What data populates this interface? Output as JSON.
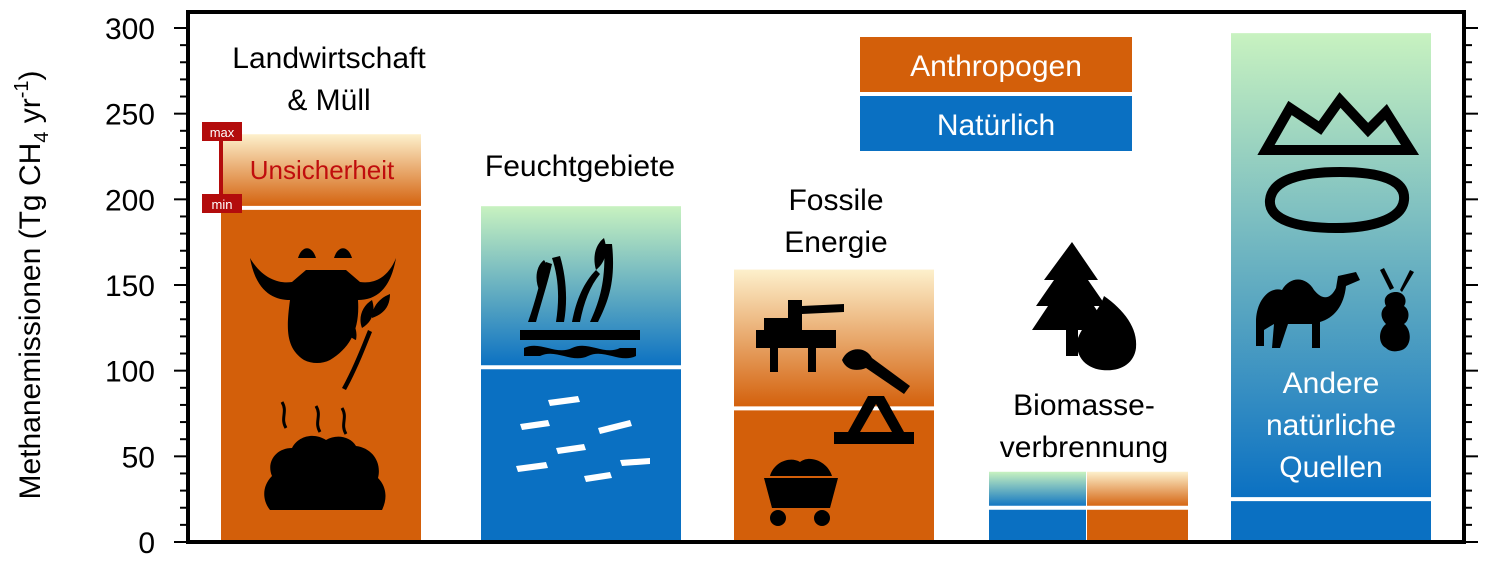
{
  "chart_data": {
    "type": "bar",
    "stacked": true,
    "ylabel": "Methanemissionen (Tg CH",
    "ylabel_sub": "4",
    "ylabel_unit": " yr",
    "ylabel_sup": "-1",
    "ylabel_close": ")",
    "ylim": [
      0,
      300
    ],
    "yticks": [
      "0",
      "50",
      "100",
      "150",
      "200",
      "250",
      "300"
    ],
    "legend": {
      "placement": "top-center",
      "entries": [
        {
          "name": "Anthropogen",
          "color": "#d35f0a"
        },
        {
          "name": "Natürlich",
          "color": "#0a70c2"
        }
      ]
    },
    "categories": [
      {
        "label_lines": [
          "Landwirtschaft",
          "& Müll"
        ],
        "kind": "anthropogen",
        "value_min": 195,
        "value_max": 238,
        "icons": [
          "cow-icon",
          "wheat-icon",
          "garbage-icon"
        ]
      },
      {
        "label_lines": [
          "Feuchtgebiete"
        ],
        "kind": "natürlich",
        "value_min": 102,
        "value_max": 196,
        "icons": [
          "cattail-icon",
          "water-icon"
        ]
      },
      {
        "label_lines": [
          "Fossile",
          "Energie"
        ],
        "kind": "anthropogen",
        "value_min": 78,
        "value_max": 159,
        "icons": [
          "oil-rig-icon",
          "pumpjack-icon",
          "coal-cart-icon"
        ]
      },
      {
        "label_lines": [
          "Biomasse-",
          "verbrennung"
        ],
        "kind": "gemischt",
        "segments": [
          {
            "kind": "natürlich",
            "value_min": 20,
            "value_max": 41
          },
          {
            "kind": "anthropogen",
            "value_min": 20,
            "value_max": 41
          }
        ],
        "icons": [
          "forest-fire-icon"
        ]
      },
      {
        "label_lines": [
          "Andere",
          "natürliche",
          "Quellen"
        ],
        "kind": "natürlich",
        "value_min": 25,
        "value_max": 297,
        "icons": [
          "landscape-icon",
          "camel-icon",
          "termite-icon"
        ]
      }
    ],
    "uncertainty_annotation": {
      "label": "Unsicherheit",
      "max_label": "max",
      "min_label": "min"
    },
    "colors": {
      "anthropogen": "#d35f0a",
      "natürlich": "#0a70c2",
      "uncertainty_anthro_top": "#fdf0cc",
      "uncertainty_nat_top": "#c8f2c0",
      "marker": "#b30c0c"
    }
  }
}
